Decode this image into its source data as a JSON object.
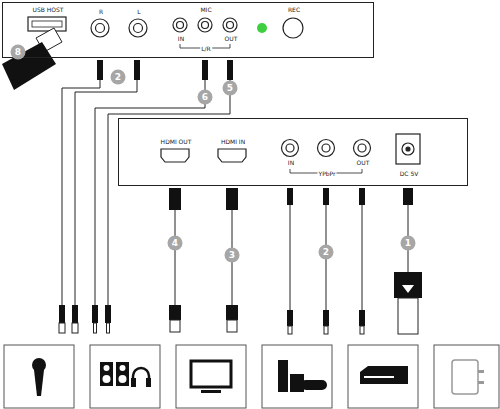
{
  "diagram": {
    "nodes": [
      {
        "text": [
          "USB HOST",
          "R",
          "L",
          "MIC",
          "IN",
          "L/R",
          "OUT",
          "REC"
        ]
      },
      {
        "text": [
          "HDMI OUT",
          "HDMI IN",
          "IN",
          "YPbPr",
          "OUT",
          "DC 5V"
        ]
      }
    ],
    "labels": [
      "8",
      "2",
      "6",
      "5",
      "4",
      "3",
      "2",
      "1"
    ]
  }
}
